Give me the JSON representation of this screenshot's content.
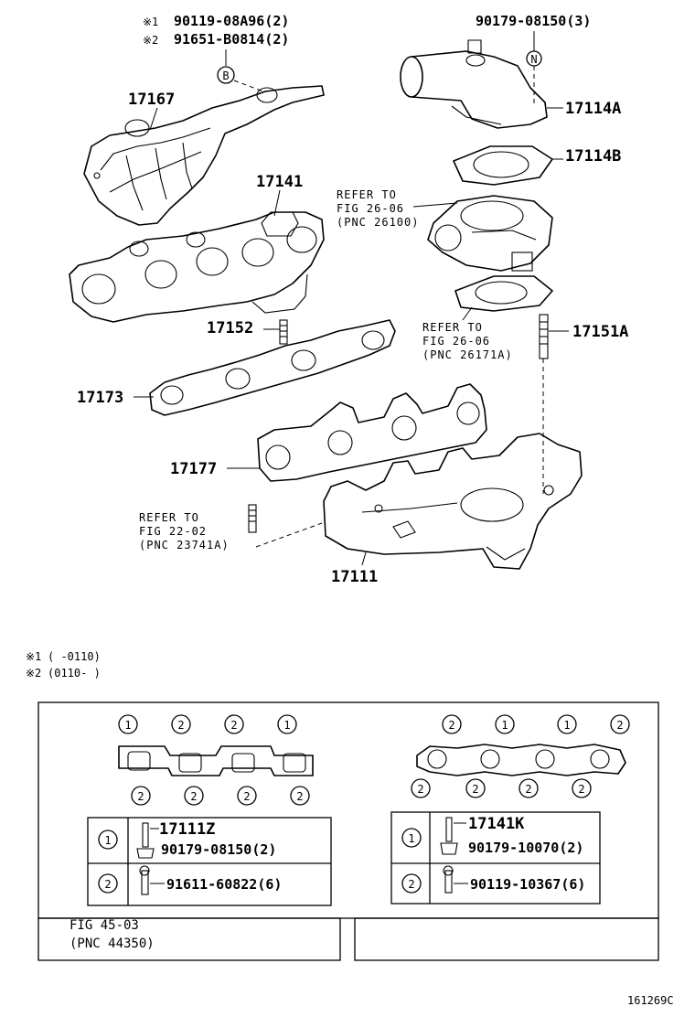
{
  "notes": {
    "header1_mark": "※1",
    "header1_part": "90119-08A96(2)",
    "header2_mark": "※2",
    "header2_part": "91651-B0814(2)",
    "variant1_mark": "※1",
    "variant1_range": "(      -0110)",
    "variant2_mark": "※2",
    "variant2_range": "(0110-      )"
  },
  "callouts": {
    "b": "B",
    "n": "N"
  },
  "parts": {
    "p90179_08150_3": "90179-08150(3)",
    "p17114a": "17114A",
    "p17114b": "17114B",
    "p17167": "17167",
    "p17141": "17141",
    "p17152": "17152",
    "p17151a": "17151A",
    "p17173": "17173",
    "p17177": "17177",
    "p17111": "17111"
  },
  "references": {
    "ref1": {
      "line1": "REFER TO",
      "line2": "FIG 26-06",
      "line3": "(PNC 26100)"
    },
    "ref2": {
      "line1": "REFER TO",
      "line2": "FIG 26-06",
      "line3": "(PNC 26171A)"
    },
    "ref3": {
      "line1": "REFER TO",
      "line2": "FIG 22-02",
      "line3": "(PNC 23741A)"
    }
  },
  "legend": {
    "left_gasket_marks": [
      "1",
      "2",
      "2",
      "1"
    ],
    "left_gasket_bottom_marks": [
      "2",
      "2",
      "2",
      "2"
    ],
    "right_gasket_marks": [
      "2",
      "1",
      "1",
      "2"
    ],
    "right_gasket_bottom_marks": [
      "2",
      "2",
      "2",
      "2"
    ],
    "left_table": {
      "row1_mark": "1",
      "row1_part": "17111Z",
      "row1_fastener": "90179-08150(2)",
      "row2_mark": "2",
      "row2_fastener": "91611-60822(6)"
    },
    "right_table": {
      "row1_mark": "1",
      "row1_part": "17141K",
      "row1_fastener": "90179-10070(2)",
      "row2_mark": "2",
      "row2_fastener": "90119-10367(6)"
    },
    "fig_ref_line1": "FIG 45-03",
    "fig_ref_line2": "(PNC 44350)"
  },
  "figure_id": "161269C"
}
